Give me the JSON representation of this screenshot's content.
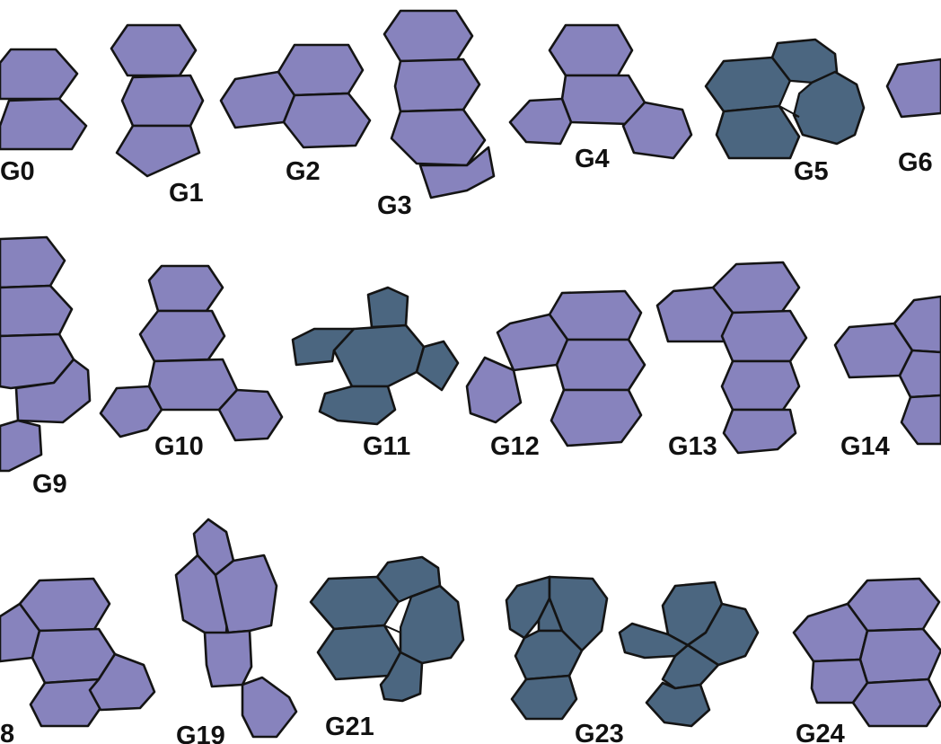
{
  "colors": {
    "light_fill": "#8783BD",
    "dark_fill": "#4B6680",
    "stroke": "#141414",
    "label": "#111111",
    "background": "#FFFFFF"
  },
  "figure": {
    "rows": [
      {
        "name": "row-1",
        "groups": [
          {
            "id": "g0",
            "label": "G0",
            "shade": "light"
          },
          {
            "id": "g1",
            "label": "G1",
            "shade": "light"
          },
          {
            "id": "g2",
            "label": "G2",
            "shade": "light"
          },
          {
            "id": "g3",
            "label": "G3",
            "shade": "light"
          },
          {
            "id": "g4",
            "label": "G4",
            "shade": "light"
          },
          {
            "id": "g5",
            "label": "G5",
            "shade": "dark"
          },
          {
            "id": "g6",
            "label": "G6",
            "shade": "light"
          }
        ]
      },
      {
        "name": "row-2",
        "groups": [
          {
            "id": "g9",
            "label": "G9",
            "shade": "light"
          },
          {
            "id": "g10",
            "label": "G10",
            "shade": "light"
          },
          {
            "id": "g11",
            "label": "G11",
            "shade": "dark"
          },
          {
            "id": "g12",
            "label": "G12",
            "shade": "light"
          },
          {
            "id": "g13",
            "label": "G13",
            "shade": "light"
          },
          {
            "id": "g14",
            "label": "G14",
            "shade": "light"
          }
        ]
      },
      {
        "name": "row-3",
        "groups": [
          {
            "id": "g18",
            "label": "8",
            "shade": "light"
          },
          {
            "id": "g19",
            "label": "G19",
            "shade": "light"
          },
          {
            "id": "g21",
            "label": "G21",
            "shade": "dark"
          },
          {
            "id": "g22",
            "label": "",
            "shade": "dark"
          },
          {
            "id": "g23",
            "label": "G23",
            "shade": "dark"
          },
          {
            "id": "g24",
            "label": "G24",
            "shade": "light"
          }
        ]
      }
    ]
  }
}
